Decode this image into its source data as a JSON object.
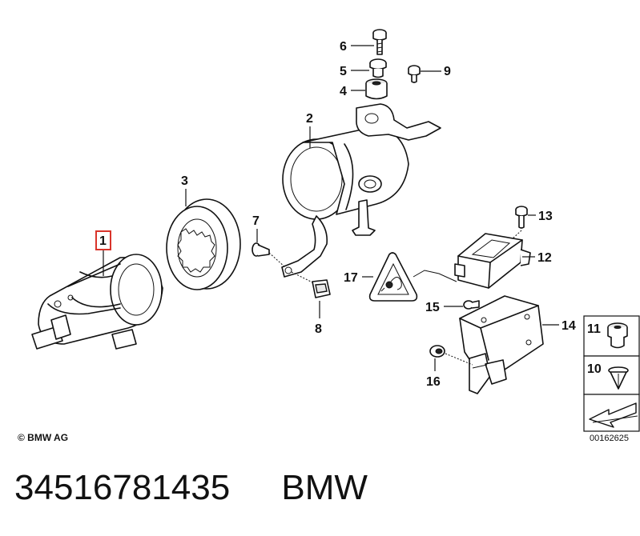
{
  "diagram": {
    "callouts": {
      "c1": "1",
      "c2": "2",
      "c3": "3",
      "c4": "4",
      "c5": "5",
      "c6": "6",
      "c7": "7",
      "c8": "8",
      "c9": "9",
      "c10": "10",
      "c11": "11",
      "c12": "12",
      "c13": "13",
      "c14": "14",
      "c15": "15",
      "c16": "16",
      "c17": "17"
    },
    "highlight_color": "#d9342b",
    "highlighted_callout": "1",
    "copyright": "© BMW AG",
    "image_number": "00162625"
  },
  "footer": {
    "part_number": "34516781435",
    "brand": "BMW"
  }
}
